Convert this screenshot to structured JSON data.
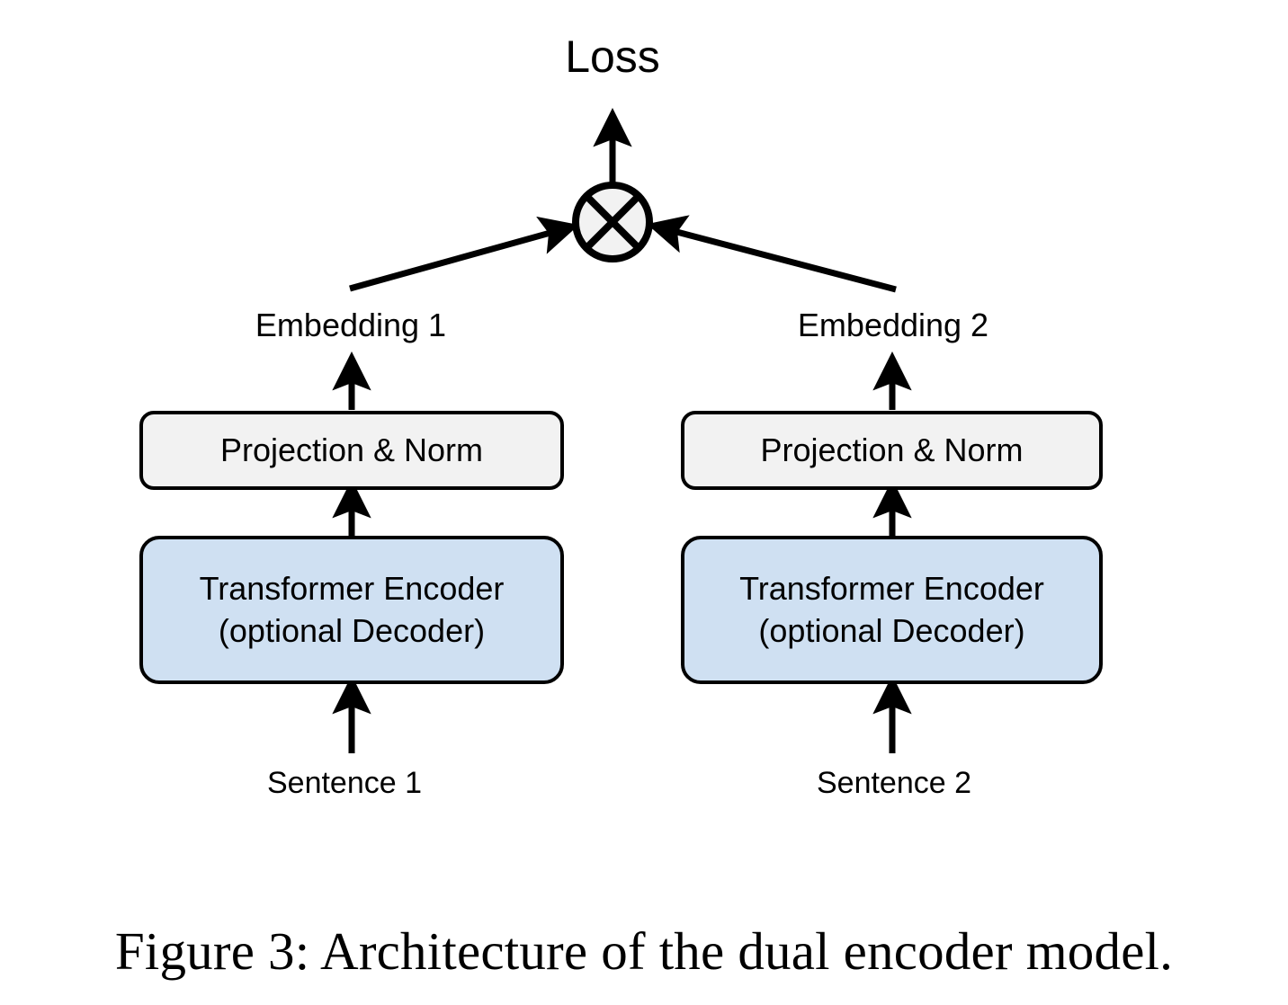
{
  "figure": {
    "caption": "Figure 3: Architecture of the dual encoder model.",
    "background_color": "#ffffff",
    "line_color": "#000000"
  },
  "diagram": {
    "type": "flowchart",
    "loss_label": "Loss",
    "combine_operator": {
      "symbol": "tensor-product",
      "glyph": "⊗",
      "fill_color": "#f2f2f2",
      "stroke_color": "#000000"
    },
    "branches": [
      {
        "side": "left",
        "embedding_label": "Embedding 1",
        "projection_label": "Projection & Norm",
        "projection_fill": "#f2f2f2",
        "encoder_line_1": "Transformer Encoder",
        "encoder_line_2": "(optional Decoder)",
        "encoder_fill": "#cfe0f2",
        "input_label": "Sentence 1"
      },
      {
        "side": "right",
        "embedding_label": "Embedding 2",
        "projection_label": "Projection & Norm",
        "projection_fill": "#f2f2f2",
        "encoder_line_1": "Transformer Encoder",
        "encoder_line_2": "(optional Decoder)",
        "encoder_fill": "#cfe0f2",
        "input_label": "Sentence 2"
      }
    ],
    "flow_order": [
      "Sentence",
      "Transformer Encoder (optional Decoder)",
      "Projection & Norm",
      "Embedding",
      "tensor-product",
      "Loss"
    ]
  }
}
